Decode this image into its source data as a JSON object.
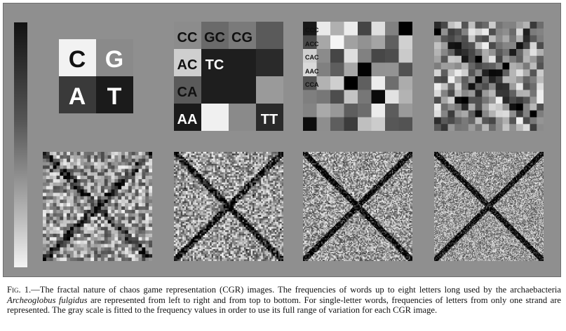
{
  "figure": {
    "k1_letters": [
      "C",
      "G",
      "A",
      "T"
    ],
    "k2_words": [
      "CC",
      "GC",
      "CG",
      "AC",
      "TC",
      "CA",
      "AA",
      "TT"
    ],
    "k3_words": [
      "CCC",
      "ACC",
      "CAC",
      "AAC",
      "CCA"
    ],
    "colors": {
      "panel_background": "#8f8f8f",
      "label_text_light": "#ffffff",
      "label_text_dark": "#111111"
    }
  },
  "caption": {
    "fig_label": "Fig. 1.",
    "text_1": "—The fractal nature of chaos game representation (CGR) images. The frequencies of words up to eight letters long used by the archaebacteria ",
    "species": "Archeoglobus fulgidus",
    "text_2": " are represented from left to right and from top to bottom. For single-letter words, frequencies of letters from only one strand are represented. The gray scale is fitted to the frequency values in order to use its full range of variation for each CGR image."
  }
}
